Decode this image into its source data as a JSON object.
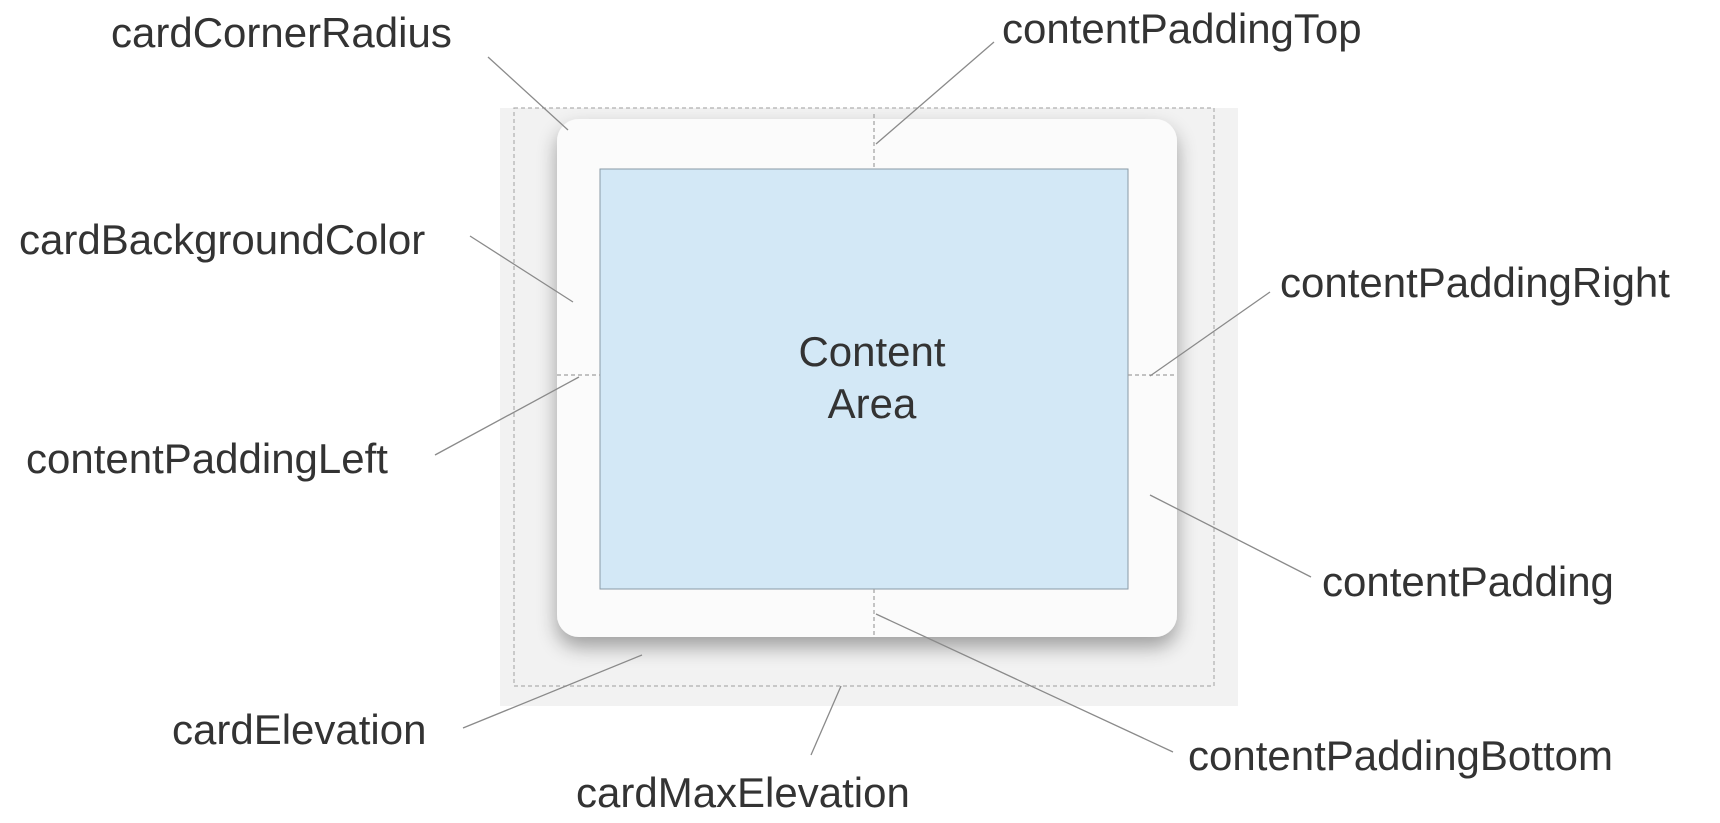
{
  "labels": {
    "card_corner_radius": "cardCornerRadius",
    "content_padding_top": "contentPaddingTop",
    "card_background_color": "cardBackgroundColor",
    "content_padding_right": "contentPaddingRight",
    "content_padding_left": "contentPaddingLeft",
    "content_padding": "contentPadding",
    "card_elevation": "cardElevation",
    "content_padding_bottom": "contentPaddingBottom",
    "card_max_elevation": "cardMaxElevation"
  },
  "content_area": {
    "line1": "Content",
    "line2": "Area"
  },
  "colors": {
    "outer_bg": "#f2f2f2",
    "card_bg": "#fbfbfb",
    "content_bg": "#d3e8f6",
    "text": "#333333",
    "leader_line": "#8a8a8a",
    "dashed_line": "#b0b0b0"
  }
}
